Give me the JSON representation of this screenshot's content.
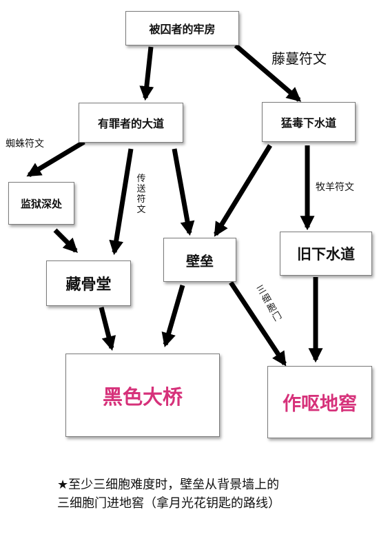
{
  "nodes": {
    "cell": "被囚者的牢房",
    "sinners_road": "有罪者的大道",
    "venom_sewer": "猛毒下水道",
    "prison_depths": "监狱深处",
    "ossuary": "藏骨堂",
    "ramparts": "壁垒",
    "old_sewer": "旧下水道",
    "black_bridge": "黑色大桥",
    "insufferable_crypt": "作呕地窖"
  },
  "edge_labels": {
    "vine_rune": "藤蔓符文",
    "spider_rune": "蜘蛛符文",
    "teleport_rune": "传送符文",
    "ram_rune": "牧羊符文",
    "three_cell_door": "三细胞门"
  },
  "note": "★至少三细胞难度时，壁垒从背景墙上的\n三细胞门进地窖（拿月光花钥匙的路线）",
  "colors": {
    "final_text": "#d6317a",
    "arrow": "#000000",
    "box_border": "#7a7a7a"
  }
}
